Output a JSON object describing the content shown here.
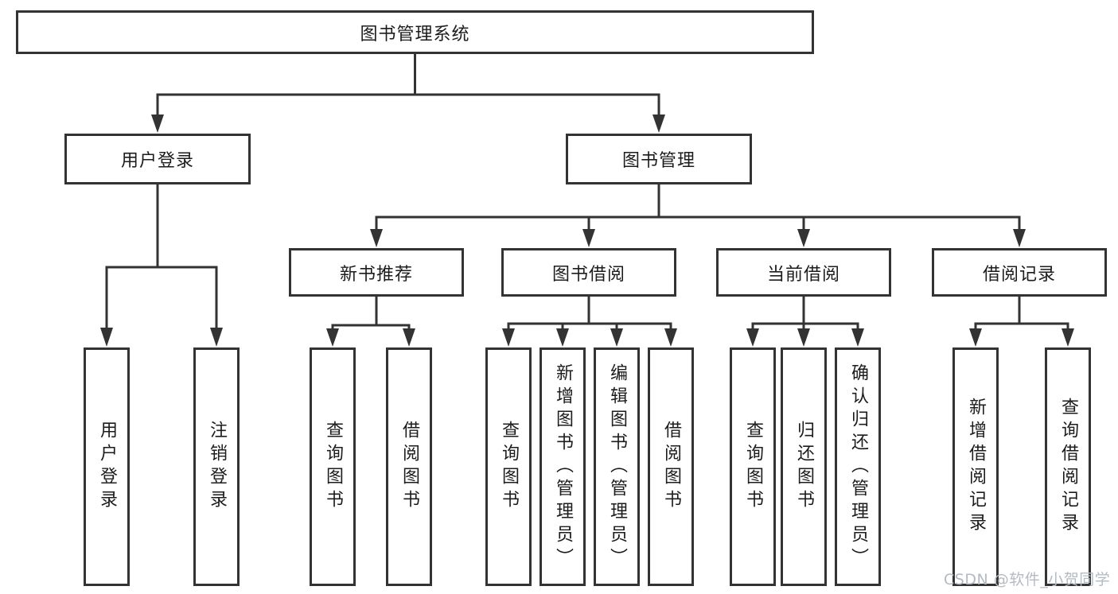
{
  "tree": {
    "root": "图书管理系统",
    "branches": [
      {
        "label": "用户登录",
        "children": [
          "用户登录",
          "注销登录"
        ]
      },
      {
        "label": "图书管理",
        "sections": [
          {
            "label": "新书推荐",
            "children": [
              "查询图书",
              "借阅图书"
            ]
          },
          {
            "label": "图书借阅",
            "children": [
              "查询图书",
              "新增图书（管理员）",
              "编辑图书（管理员）",
              "借阅图书"
            ]
          },
          {
            "label": "当前借阅",
            "children": [
              "查询图书",
              "归还图书",
              "确认归还（管理员）"
            ]
          },
          {
            "label": "借阅记录",
            "children": [
              "新增借阅记录",
              "查询借阅记录"
            ]
          }
        ]
      }
    ]
  },
  "watermark": {
    "text": "CSDN @软件_小贺同学",
    "color": "#b4bac2"
  },
  "colors": {
    "line": "#333333",
    "text": "#1c1c1c",
    "box_background": "#ffffff",
    "page_background": "#ffffff"
  }
}
